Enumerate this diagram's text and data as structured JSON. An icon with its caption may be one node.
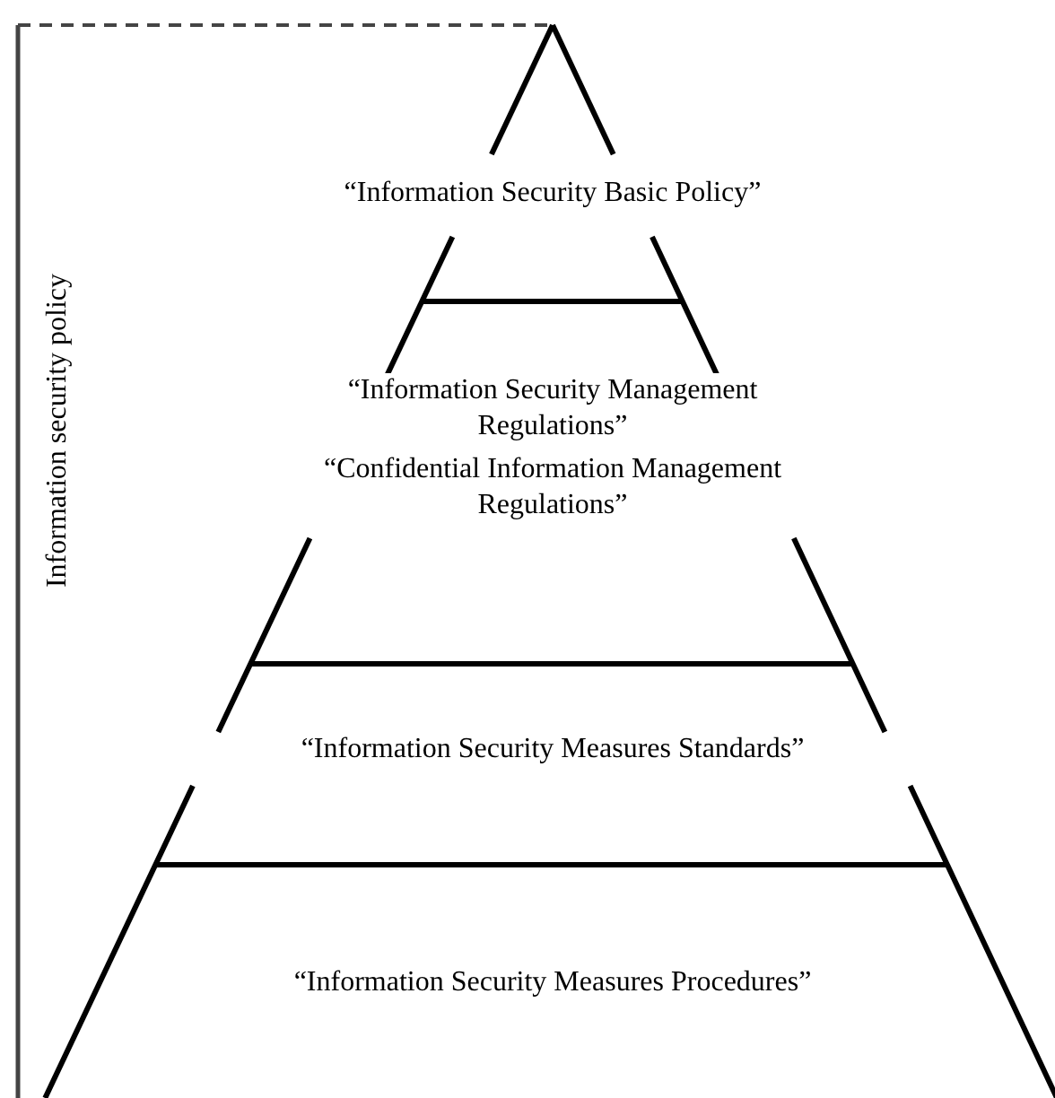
{
  "diagram": {
    "nodes": [
      {
        "text": [
          "“Information Security Basic Policy”"
        ]
      },
      {
        "text": [
          "“Information Security Management Regulations”",
          "“Confidential Information Management Regulations”"
        ]
      },
      {
        "text": [
          "“Information Security Measures Standards”"
        ]
      },
      {
        "text": [
          "“Information Security Measures Procedures”"
        ]
      }
    ],
    "labels": [
      "Information security policy"
    ]
  }
}
